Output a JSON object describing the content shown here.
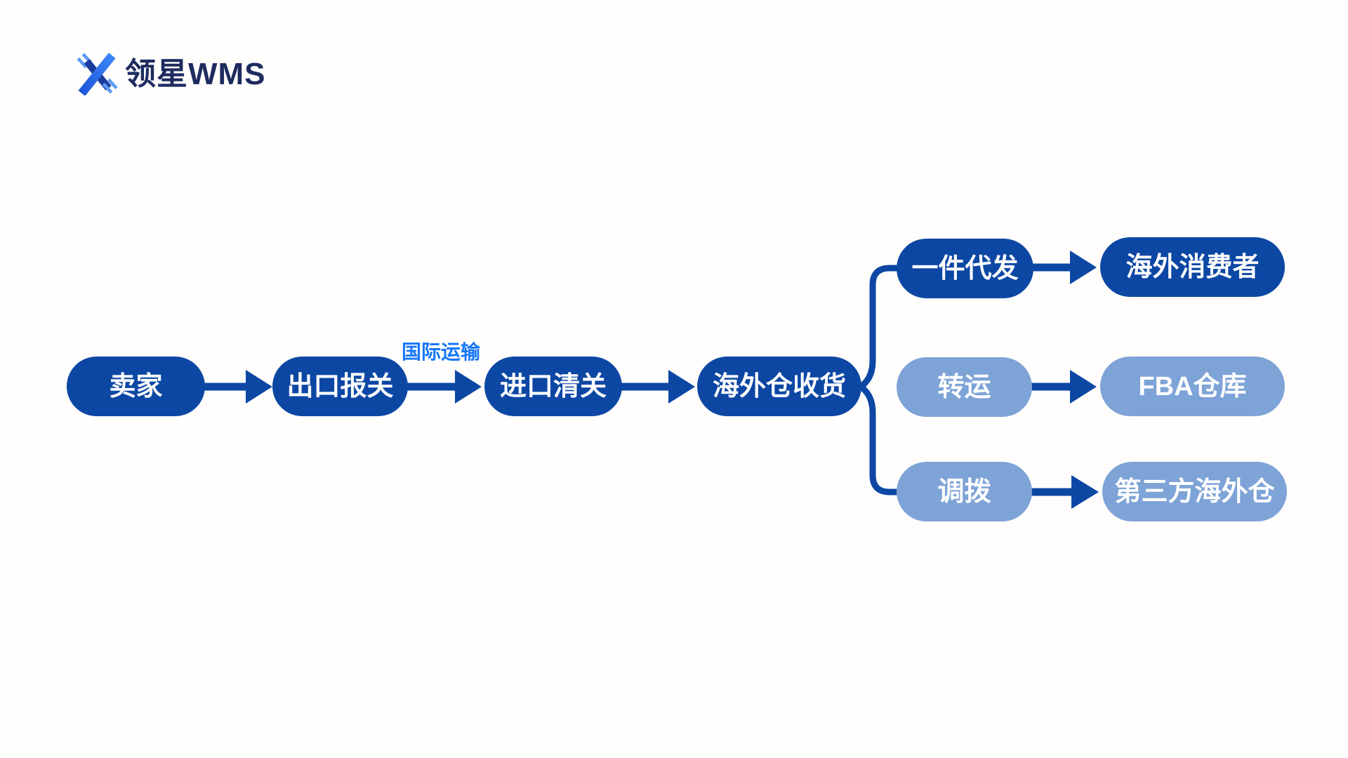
{
  "logo": {
    "text": "领星WMS",
    "icon": "lingxing-x-icon"
  },
  "colors": {
    "node_dark": "#0c47a4",
    "node_light": "#7ea3d7",
    "connector": "#0c47a4",
    "transport_label": "#1677fb",
    "logo_text": "#1d2b5f",
    "background": "#fffefd"
  },
  "diagram": {
    "transport_label": "国际运输",
    "nodes": {
      "seller": "卖家",
      "export_customs": "出口报关",
      "import_customs": "进口清关",
      "overseas_receiving": "海外仓收货",
      "dropshipping": "一件代发",
      "transshipment": "转运",
      "allocation": "调拨",
      "overseas_consumer": "海外消费者",
      "fba_warehouse": "FBA仓库",
      "third_party_warehouse": "第三方海外仓"
    },
    "flows": [
      {
        "from": "卖家",
        "to": "出口报关"
      },
      {
        "from": "出口报关",
        "to": "进口清关",
        "label": "国际运输"
      },
      {
        "from": "进口清关",
        "to": "海外仓收货"
      },
      {
        "from": "海外仓收货",
        "to": "一件代发"
      },
      {
        "from": "海外仓收货",
        "to": "转运"
      },
      {
        "from": "海外仓收货",
        "to": "调拨"
      },
      {
        "from": "一件代发",
        "to": "海外消费者"
      },
      {
        "from": "转运",
        "to": "FBA仓库"
      },
      {
        "from": "调拨",
        "to": "第三方海外仓"
      }
    ]
  }
}
